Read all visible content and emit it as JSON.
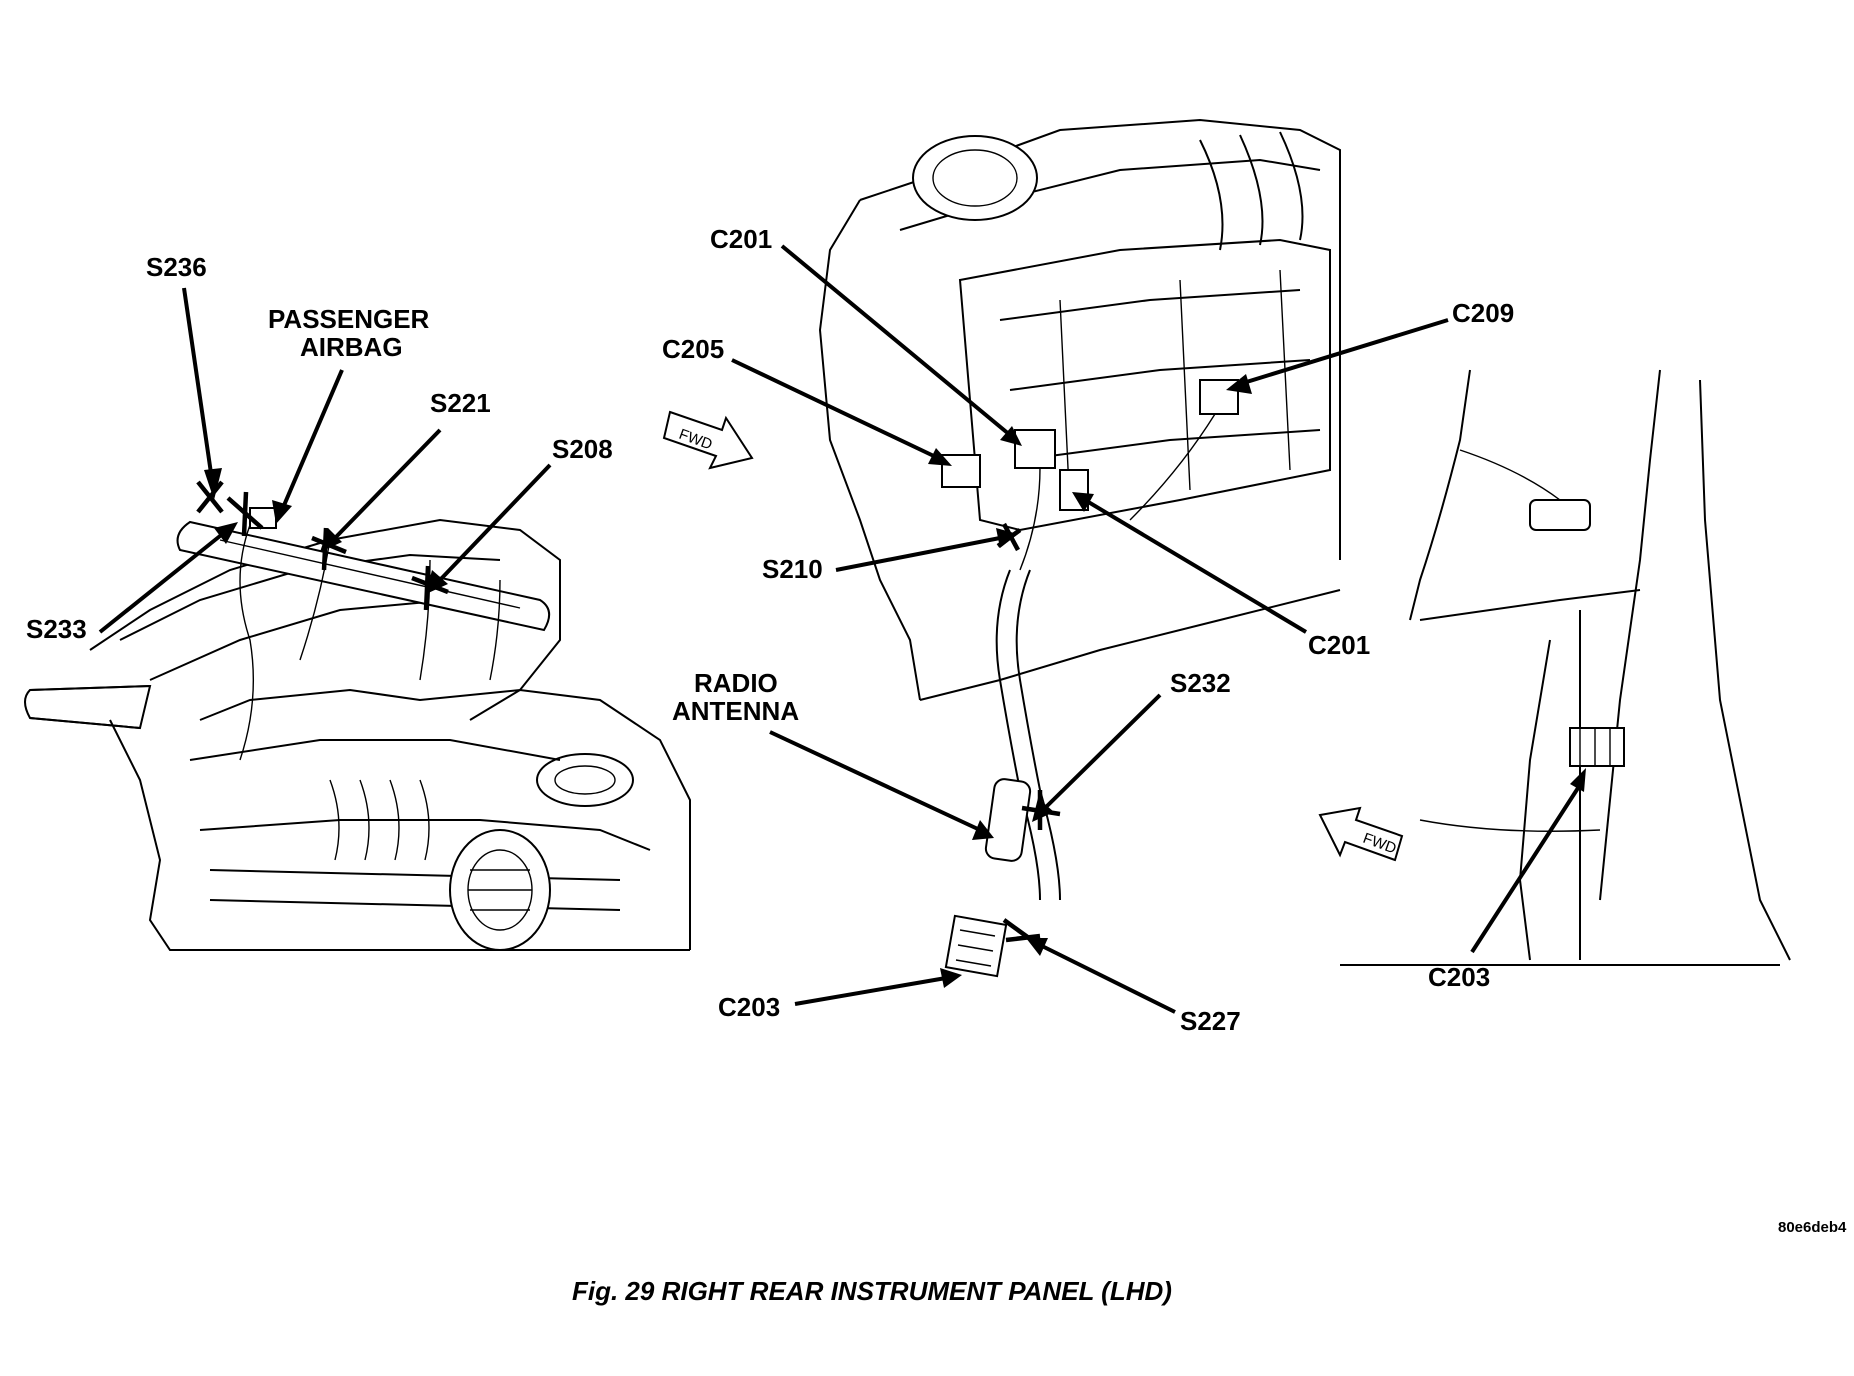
{
  "labels": {
    "s236": "S236",
    "passenger_airbag": "PASSENGER",
    "passenger_airbag_line2": "AIRBAG",
    "s221": "S221",
    "s208": "S208",
    "s233": "S233",
    "c201_top": "C201",
    "c205": "C205",
    "c209": "C209",
    "s210": "S210",
    "c201_bottom": "C201",
    "radio_antenna": "RADIO",
    "radio_antenna_line2": "ANTENNA",
    "s232": "S232",
    "c203_center": "C203",
    "s227": "S227",
    "c203_right": "C203"
  },
  "fwd_arrows": [
    "FWD",
    "FWD"
  ],
  "image_code": "80e6deb4",
  "caption": "Fig. 29 RIGHT REAR INSTRUMENT PANEL (LHD)"
}
